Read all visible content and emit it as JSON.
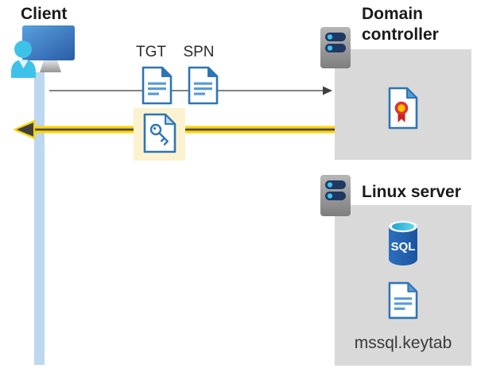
{
  "client": {
    "label": "Client"
  },
  "flow": {
    "tgt_label": "TGT",
    "spn_label": "SPN",
    "request_arrow": {
      "direction": "right",
      "color": "#595959"
    },
    "response_arrow": {
      "direction": "left",
      "color": "#FFD400",
      "core_color": "#454545"
    }
  },
  "domain_controller": {
    "label": "Domain controller"
  },
  "linux_server": {
    "label": "Linux server",
    "sql_icon_label": "SQL",
    "keytab_label": "mssql.keytab"
  },
  "icon_names": [
    "client-workstation-icon",
    "user-icon",
    "server-icon",
    "tgt-document-icon",
    "spn-document-icon",
    "key-document-icon",
    "certificate-icon",
    "sql-database-icon",
    "keytab-document-icon",
    "request-arrow-icon",
    "response-arrow-icon"
  ],
  "colors": {
    "doc_blue": "#2E75B6",
    "doc_line_blue": "#5B9BD5",
    "fold_light_blue": "#BDD7EE",
    "panel_gray": "#D9D9D9",
    "server_navy": "#1F3864",
    "led_cyan": "#3EC2EA",
    "person_cyan": "#3EC2EA",
    "highlight_yellow": "#FBF3D0",
    "timeline_blue": "#BDD7EE",
    "arrow_yellow": "#FFD400",
    "arrow_gray": "#595959",
    "arrow_dark": "#404040",
    "rosette_red": "#D02626",
    "rosette_gold": "#FFC000",
    "sql_blue": "#1F5FAD",
    "heading_text": "#1b1b1b"
  }
}
